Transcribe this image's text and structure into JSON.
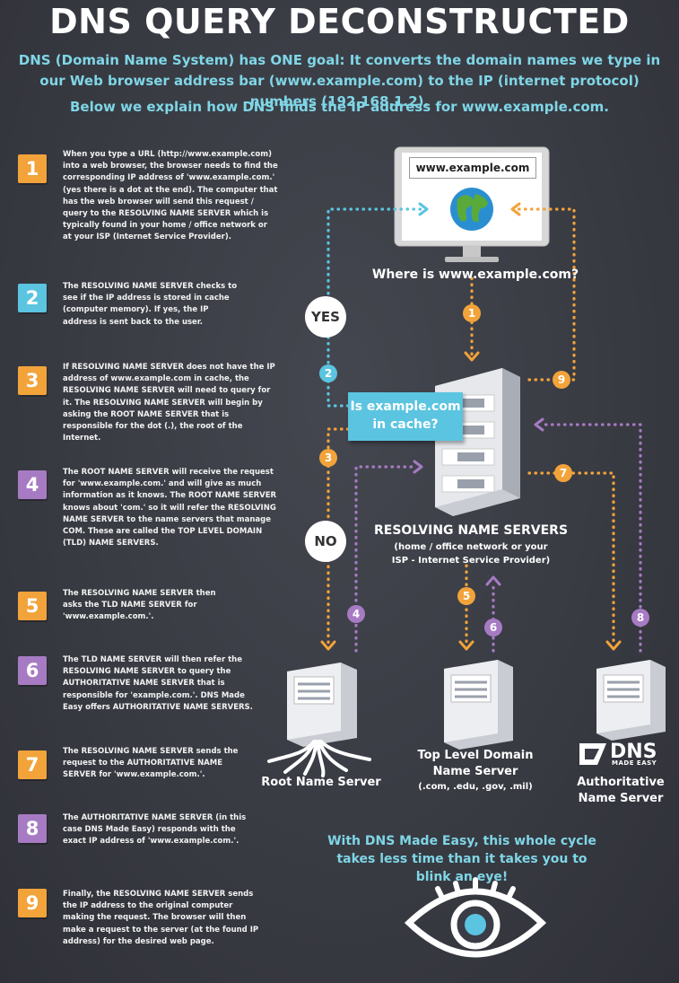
{
  "title": "DNS QUERY DECONSTRUCTED",
  "intro": "DNS (Domain Name System) has ONE goal:  It converts the domain names we type in our Web browser address bar (www.example.com) to the IP (internet protocol) numbers (192.168.1.2).",
  "intro2": "Below we explain how DNS finds the IP address for www.example.com.",
  "steps": [
    {
      "num": "1",
      "color": "#f2a33a",
      "text": "When you type a URL (http://www.example.com) into a web browser, the browser needs to find the corresponding IP address of  'www.example.com.' (yes there is a dot at the end). The computer that has the web browser will send this request / query to the RESOLVING NAME SERVER which is typically found in your home / office network or at your ISP (Internet Service Provider)."
    },
    {
      "num": "2",
      "color": "#5bc4e0",
      "text": "The RESOLVING NAME SERVER checks to see if the IP address is stored in cache (computer memory).  If yes, the IP address is sent back to the user."
    },
    {
      "num": "3",
      "color": "#f2a33a",
      "text": "If RESOLVING NAME SERVER does not have the IP address of www.example.com in cache, the RESOLVING NAME SERVER will need to query for it.  The RESOLVING NAME SERVER will begin by asking the ROOT NAME SERVER that is responsible for the dot (.), the root of the Internet."
    },
    {
      "num": "4",
      "color": "#a77bc3",
      "text": "The ROOT NAME SERVER will receive the request for 'www.example.com.' and will give as much information as it knows.  The ROOT NAME SERVER knows about 'com.' so it will refer the RESOLVING NAME SERVER to the name servers that manage COM. These are called the TOP LEVEL DOMAIN (TLD) NAME SERVERS."
    },
    {
      "num": "5",
      "color": "#f2a33a",
      "text": "The RESOLVING NAME SERVER then asks the TLD NAME SERVER for 'www.example.com.'."
    },
    {
      "num": "6",
      "color": "#a77bc3",
      "text": "The TLD NAME SERVER will then refer the RESOLVING NAME SERVER to query the AUTHORITATIVE NAME SERVER that is responsible for 'example.com.'. DNS Made Easy offers AUTHORITATIVE NAME SERVERS."
    },
    {
      "num": "7",
      "color": "#f2a33a",
      "text": "The RESOLVING NAME SERVER sends the request to the AUTHORITATIVE NAME SERVER for 'www.example.com.'."
    },
    {
      "num": "8",
      "color": "#a77bc3",
      "text": "The AUTHORITATIVE NAME SERVER (in this case DNS Made Easy) responds with the exact IP address of 'www.example.com.'."
    },
    {
      "num": "9",
      "color": "#f2a33a",
      "text": "Finally, the RESOLVING NAME SERVER sends the IP address to the original computer making the request.  The browser will then make a request to the server (at the found IP address) for the desired web page."
    }
  ],
  "diagram": {
    "url_bar": "www.example.com",
    "where_label": "Where is www.example.com?",
    "yes": "YES",
    "no": "NO",
    "cache_question_line1": "Is example.com",
    "cache_question_line2": "in cache?",
    "resolving_title": "RESOLVING NAME SERVERS",
    "resolving_sub1": "(home / office network or your",
    "resolving_sub2": "ISP - Internet Service Provider)",
    "root_label": "Root Name Server",
    "tld_label1": "Top Level Domain",
    "tld_label2": "Name Server",
    "tld_sub": "(.com, .edu, .gov, .mil)",
    "auth_label1": "Authoritative",
    "auth_label2": "Name Server",
    "logo_word": "DNS",
    "logo_sub": "MADE EASY",
    "badges": [
      "1",
      "2",
      "3",
      "4",
      "5",
      "6",
      "7",
      "8",
      "9"
    ]
  },
  "footer": "With DNS Made Easy, this whole cycle takes less time than it takes you to blink an eye!",
  "colors": {
    "orange": "#f2a33a",
    "blue": "#5bc4e0",
    "purple": "#a77bc3",
    "accent_text": "#7fd6e6"
  }
}
